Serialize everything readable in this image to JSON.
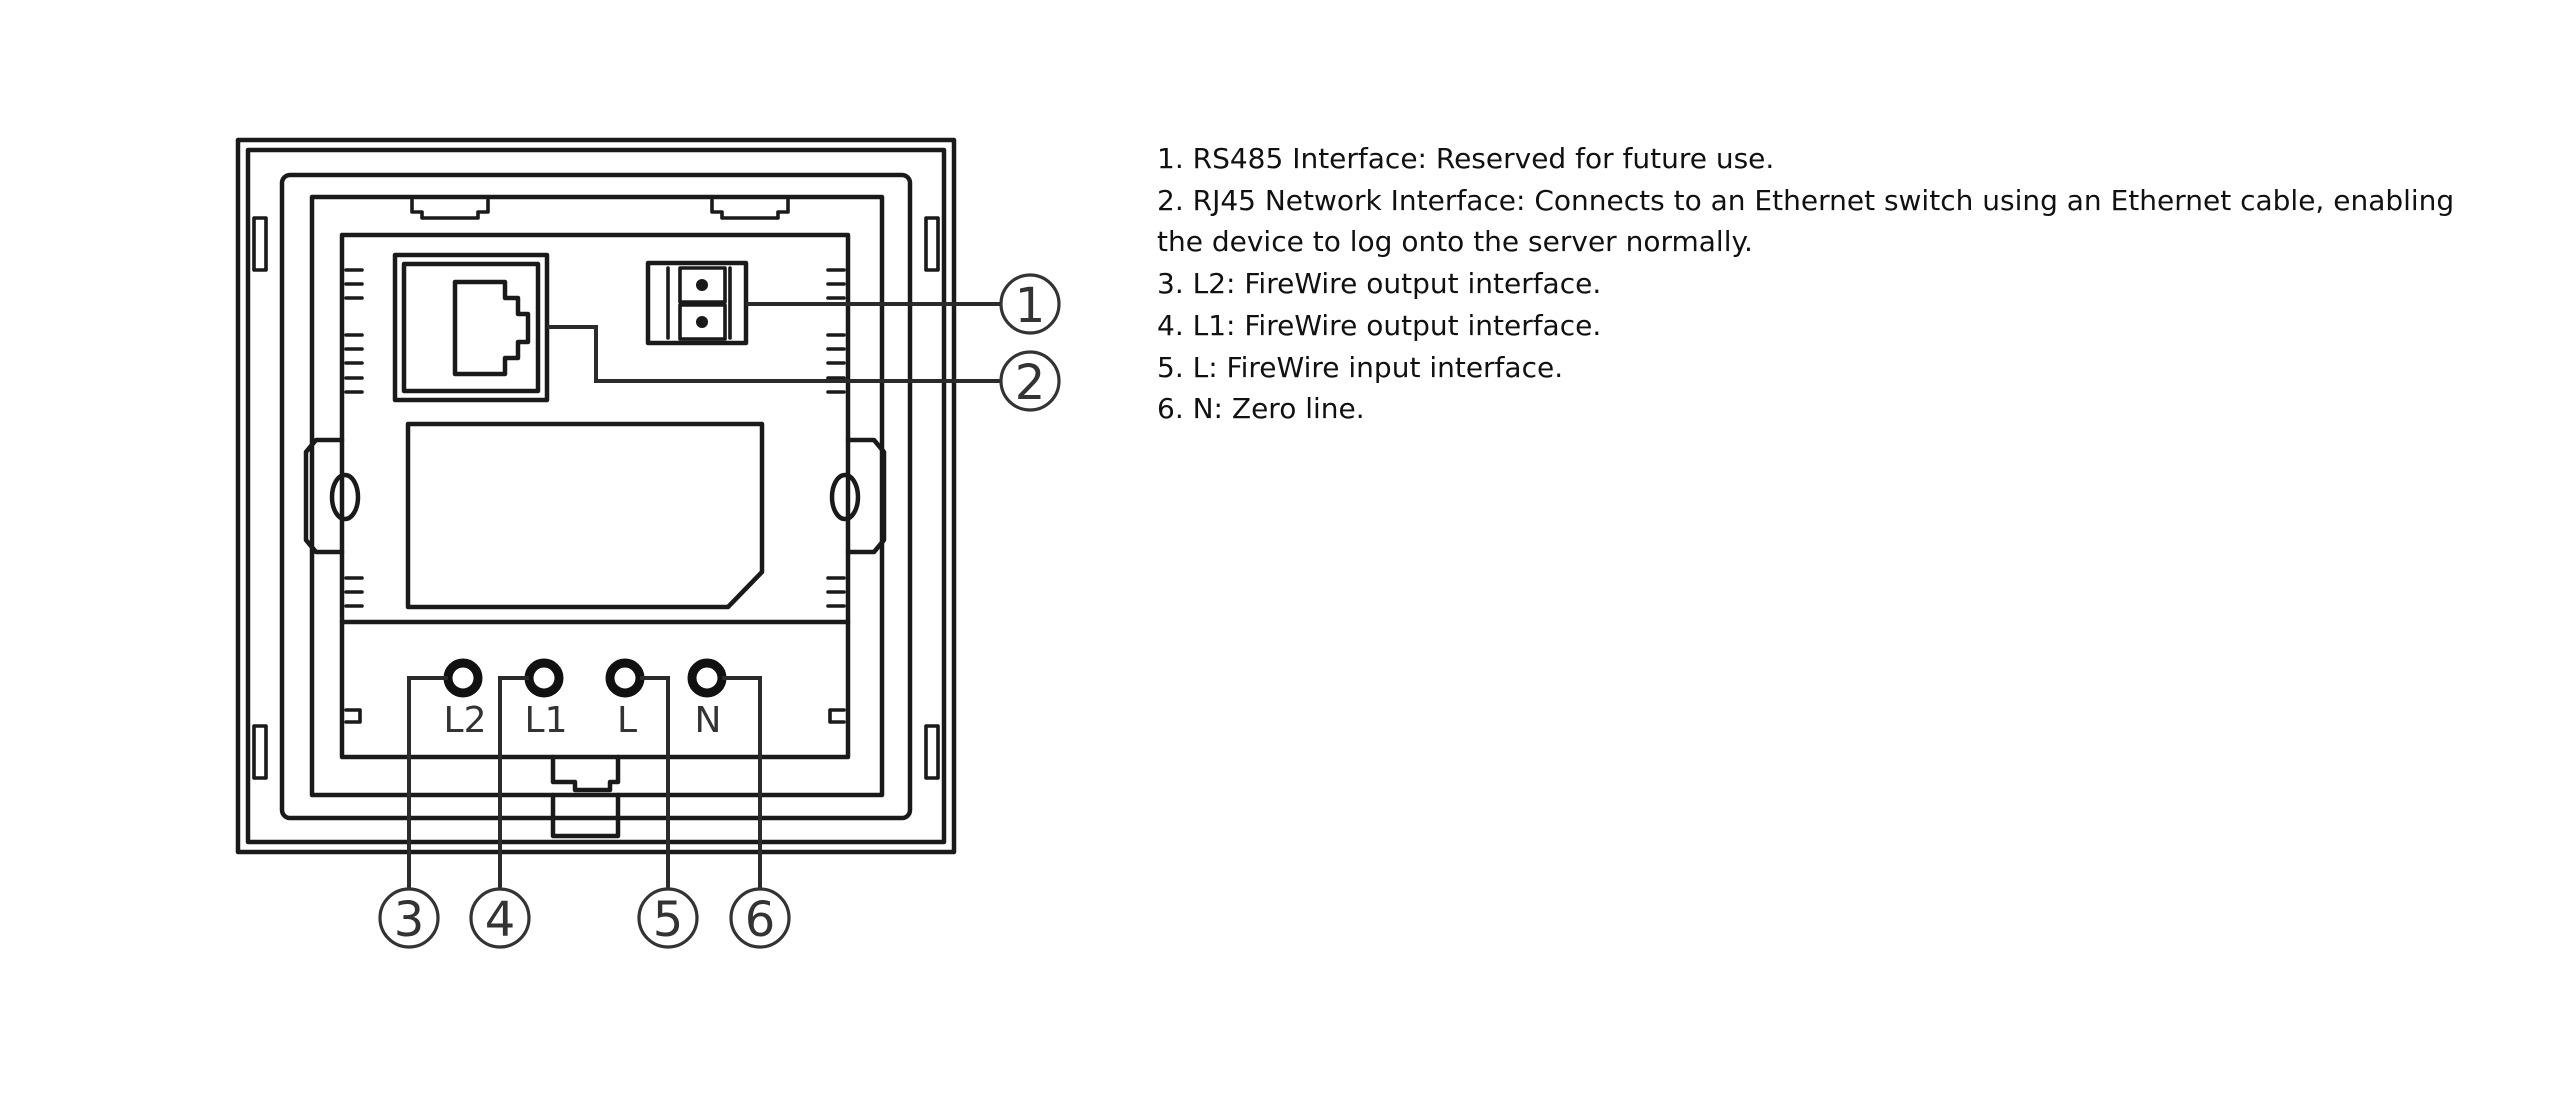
{
  "legend": {
    "items": [
      "1. RS485 Interface: Reserved for future use.",
      "2. RJ45 Network Interface: Connects to an Ethernet switch using an Ethernet cable, enabling the device to log onto the server normally.",
      "3. L2: FireWire output interface.",
      "4. L1: FireWire output interface.",
      "5. L: FireWire input interface.",
      "6. N: Zero line."
    ]
  },
  "diagram": {
    "callouts": [
      "①",
      "②",
      "③",
      "④",
      "⑤",
      "⑥"
    ],
    "terminals": [
      "L2",
      "L1",
      "L",
      "N"
    ]
  }
}
